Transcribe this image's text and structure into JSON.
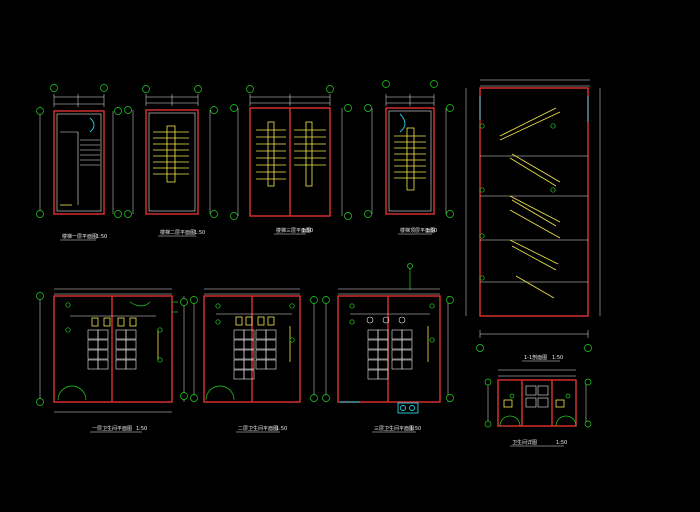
{
  "drawing": {
    "background": "#000000",
    "colors": {
      "wall": "#e03030",
      "line": "#e8e8e8",
      "axis": "#22d322",
      "stair": "#f5e94a",
      "window": "#22d3e8",
      "hatch": "#e040e0"
    },
    "stair_plans": [
      {
        "title": "楼梯一层平面图",
        "scale": "1:50"
      },
      {
        "title": "楼梯二层平面图",
        "scale": "1:50"
      },
      {
        "title": "楼梯三层平面图",
        "scale": "1:50"
      },
      {
        "title": "楼梯顶层平面图",
        "scale": "1:50"
      }
    ],
    "stair_section": {
      "title": "1-1剖面图",
      "scale": "1:50"
    },
    "toilet_plans": [
      {
        "title": "一层卫生间平面图",
        "scale": "1:50"
      },
      {
        "title": "二层卫生间平面图",
        "scale": "1:50"
      },
      {
        "title": "三层卫生间平面图",
        "scale": "1:50"
      }
    ],
    "detail_plan": {
      "title": "卫生间详图",
      "scale": "1:50"
    }
  }
}
